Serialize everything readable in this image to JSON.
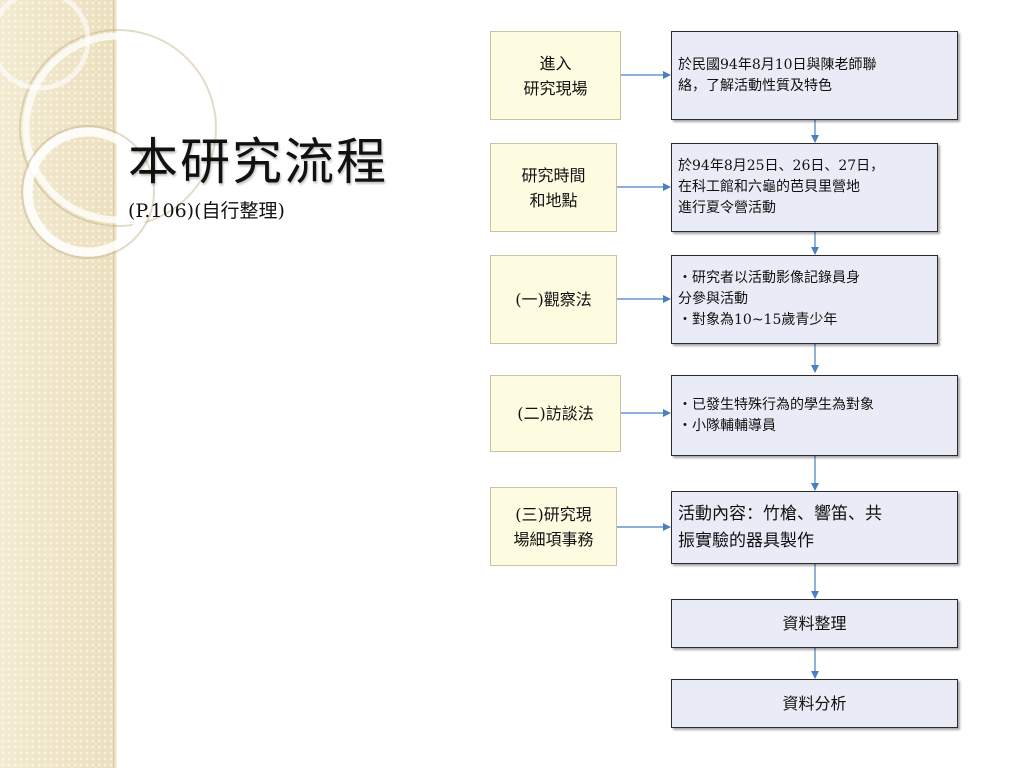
{
  "slide": {
    "title": "本研究流程",
    "subtitle": "(P.106)(自行整理)"
  },
  "colors": {
    "sidebar": "#efe4c4",
    "left_box_fill": "#fdfbe0",
    "right_box_fill": "#e9ecf6",
    "arrow": "#4a7fc1"
  },
  "left_boxes": [
    "進入\n研究現場",
    "研究時間\n和地點",
    "(一)觀察法",
    "(二)訪談法",
    "(三)研究現\n場細項事務"
  ],
  "right_boxes": [
    "於民國94年8月10日與陳老師聯\n絡，了解活動性質及特色",
    "於94年8月25日、26日、27日，\n在科工館和六龜的芭貝里營地\n進行夏令營活動",
    "・研究者以活動影像記錄員身\n分參與活動\n・對象為10~15歲青少年",
    "・已發生特殊行為的學生為對象\n・小隊輔輔導員",
    "活動內容：竹槍、響笛、共\n振實驗的器具製作",
    "資料整理",
    "資料分析"
  ]
}
